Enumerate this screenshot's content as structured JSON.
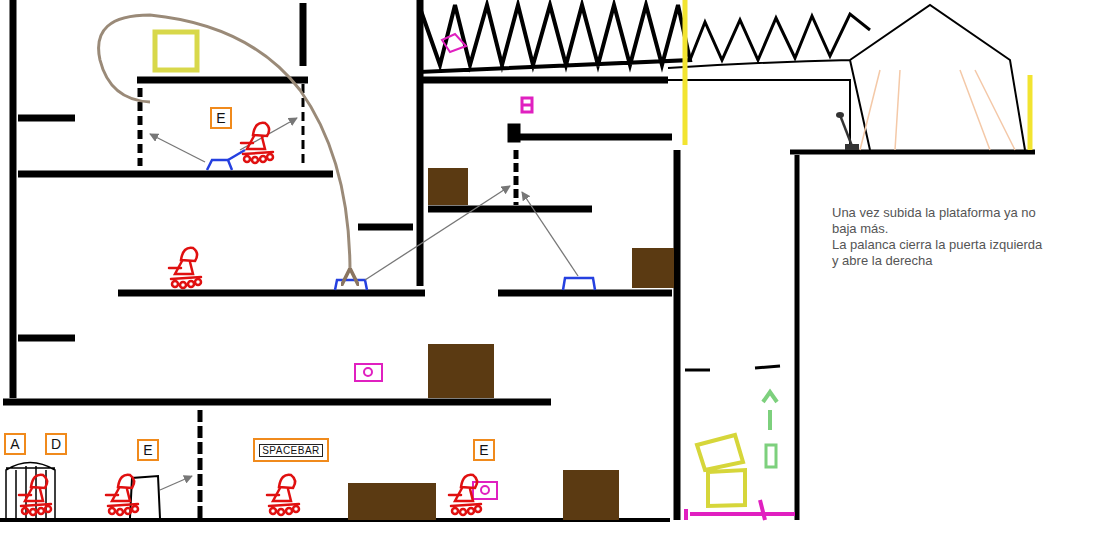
{
  "diagram": {
    "nodes": [
      {
        "text": [
          "E"
        ]
      },
      {
        "text": [
          "A"
        ]
      },
      {
        "text": [
          "D"
        ]
      },
      {
        "text": [
          "E"
        ]
      },
      {
        "text": [
          "SPACEBAR"
        ]
      },
      {
        "text": [
          "E"
        ]
      }
    ],
    "labels": [
      "Una vez subida la plataforma ya no baja más.",
      "La palanca cierra la puerta izquierda y abre la derecha"
    ]
  }
}
